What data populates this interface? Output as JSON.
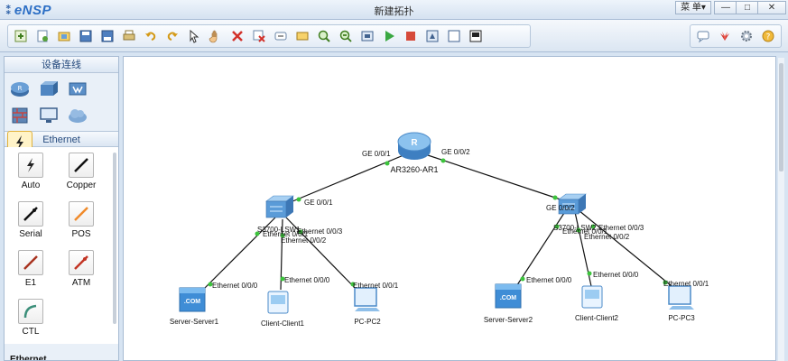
{
  "window": {
    "app_name": "eNSP",
    "title": "新建拓扑",
    "menu_label": "菜 单▾",
    "minimize": "—",
    "maximize": "□",
    "close": "✕"
  },
  "toolbar": {
    "icons": [
      "new-topology-icon",
      "new-icon",
      "open-icon",
      "save-icon",
      "save-as-icon",
      "print-icon",
      "undo-icon",
      "redo-icon",
      "select-pointer-icon",
      "pan-hand-icon",
      "delete-icon",
      "delete-connection-icon",
      "text-icon",
      "rectangle-icon",
      "zoom-in-icon",
      "zoom-out-icon",
      "fit-icon",
      "start-icon",
      "stop-icon",
      "capture-icon",
      "grid-icon",
      "topology-icon"
    ],
    "right_icons": [
      "chat-icon",
      "huawei-icon",
      "settings-icon",
      "help-icon"
    ]
  },
  "left_panel": {
    "devices_header": "设备连线",
    "device_icons": [
      "router-icon",
      "switch-icon",
      "wlan-icon",
      "firewall-icon",
      "pc-icon",
      "cloud-icon",
      "connection-icon"
    ],
    "cables_header": "Ethernet",
    "cables": [
      {
        "label": "Auto"
      },
      {
        "label": "Copper"
      },
      {
        "label": "Serial"
      },
      {
        "label": "POS"
      },
      {
        "label": "E1"
      },
      {
        "label": "ATM"
      },
      {
        "label": "CTL"
      }
    ],
    "bottom_text": "Ethernet"
  },
  "topology": {
    "router": {
      "label": "AR3260-AR1",
      "port_left": "GE 0/0/1",
      "port_right": "GE 0/0/2"
    },
    "switch1": {
      "label": "S3700-LSW1",
      "uplink": "GE 0/0/1",
      "p1": "Ethernet 0/0/1",
      "p2": "Ethernet 0/0/2",
      "p3": "Ethernet 0/0/3"
    },
    "switch2": {
      "label": "S3700-LSW2",
      "uplink": "GE 0/0/2",
      "p1": "Ethernet 0/0/1",
      "p2": "Ethernet 0/0/2",
      "p3": "Ethernet 0/0/3"
    },
    "server1": {
      "label": "Server-Server1",
      "port": "Ethernet 0/0/0",
      "tag": ".COM"
    },
    "client1": {
      "label": "Client-Client1",
      "port": "Ethernet 0/0/0"
    },
    "pc2": {
      "label": "PC-PC2",
      "port": "Ethernet 0/0/1"
    },
    "server2": {
      "label": "Server-Server2",
      "port": "Ethernet 0/0/0",
      "tag": ".COM"
    },
    "client2": {
      "label": "Client-Client2",
      "port": "Ethernet 0/0/0"
    },
    "pc3": {
      "label": "PC-PC3",
      "port": "Ethernet 0/0/1"
    }
  }
}
